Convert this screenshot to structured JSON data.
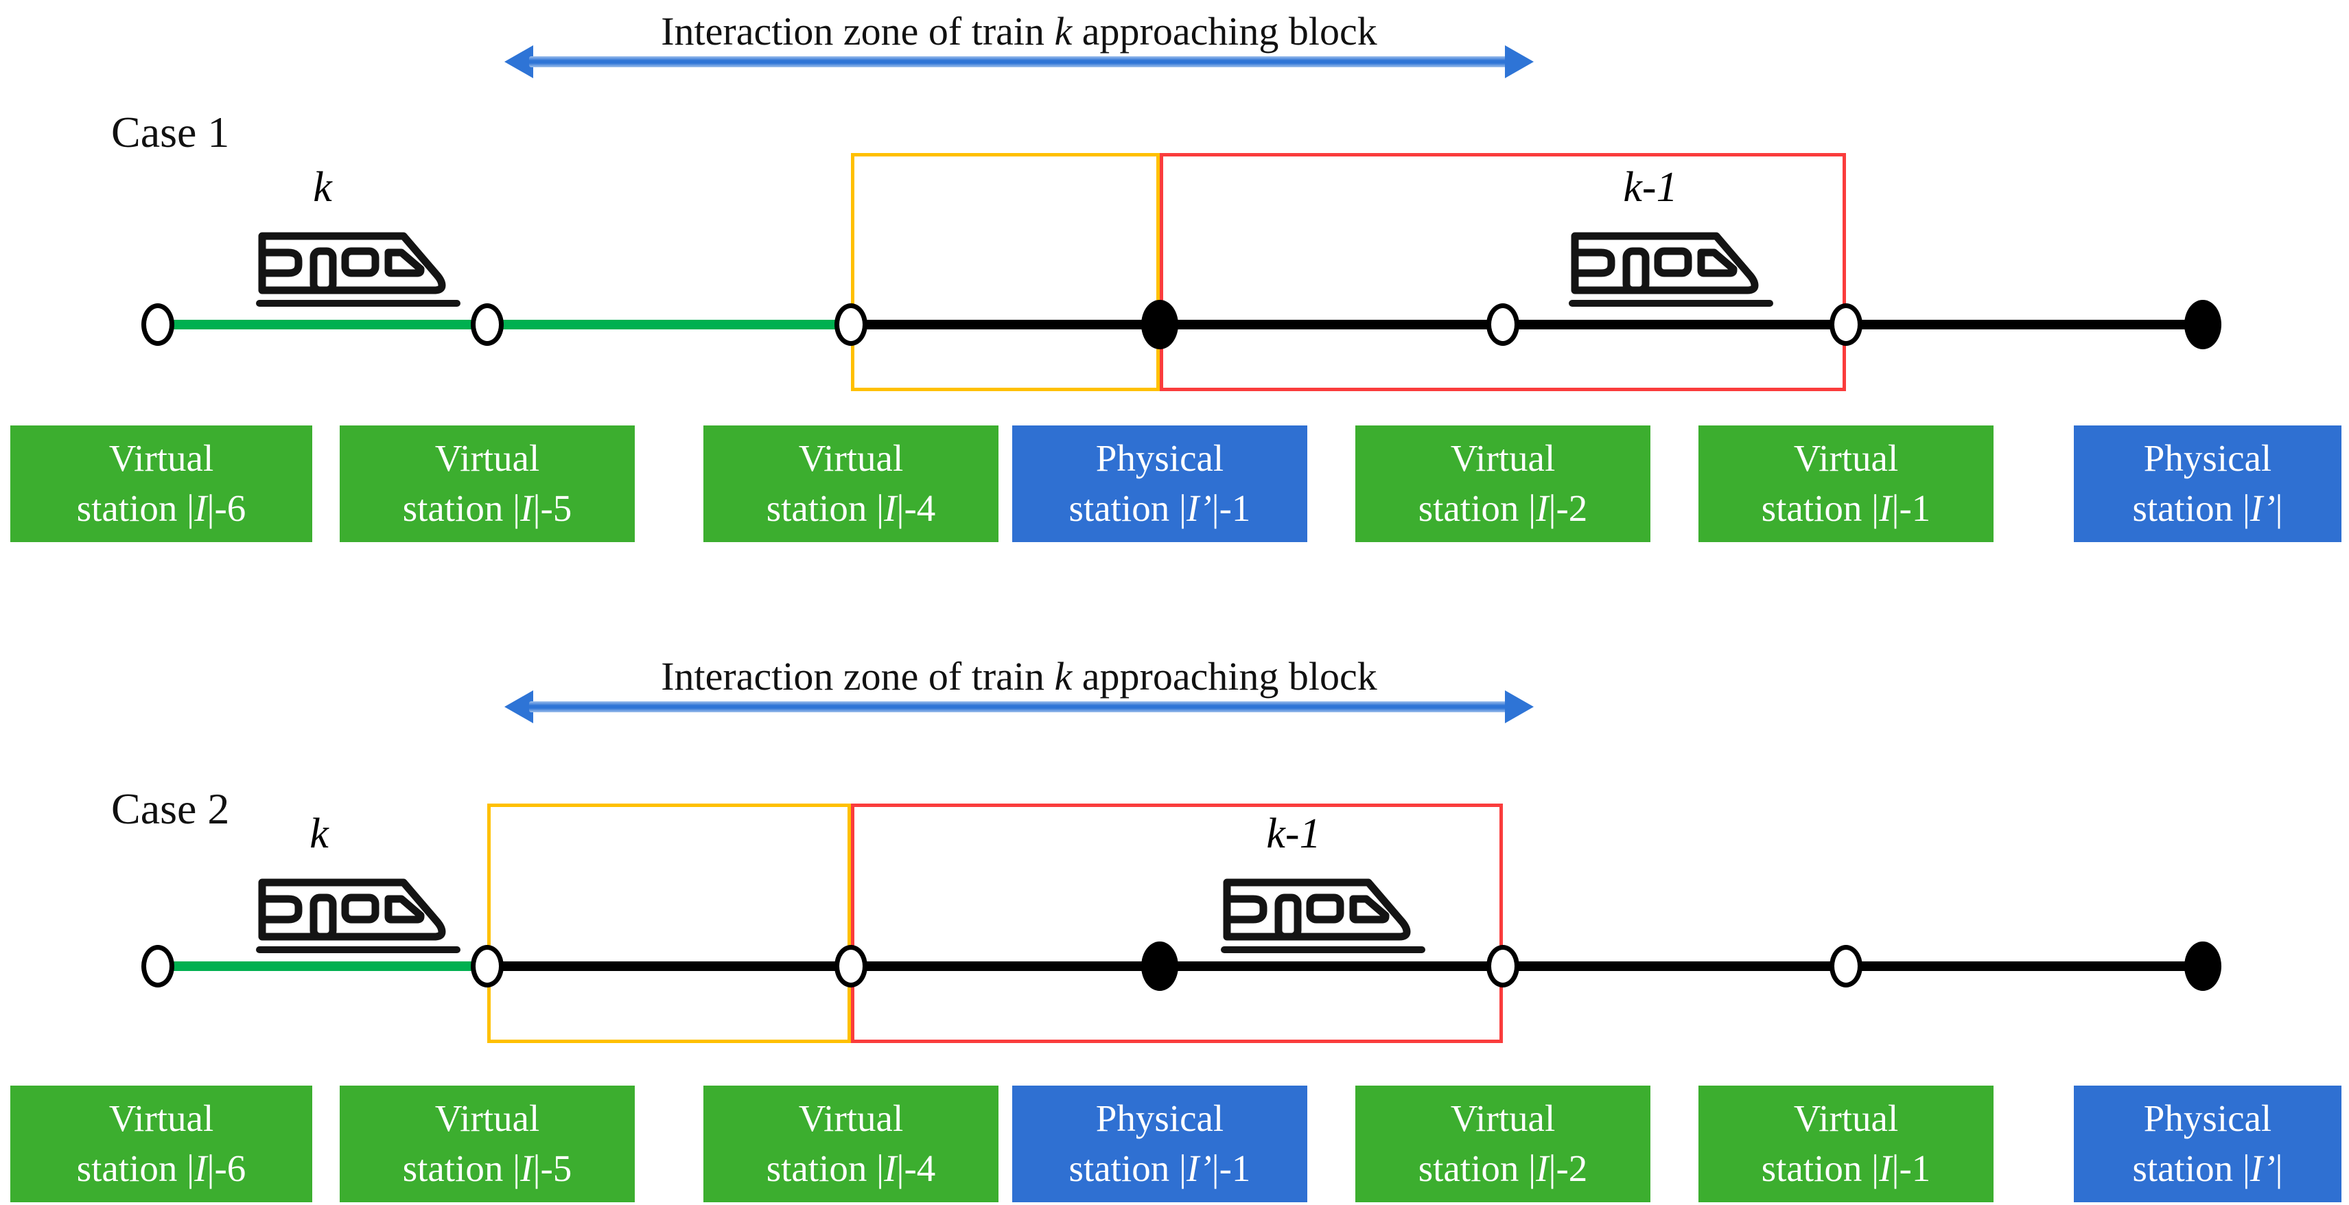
{
  "colors": {
    "virtual_station_green": "#3CAE2F",
    "physical_station_blue": "#2F70D2",
    "traversed_track_green": "#00B050",
    "track_black": "#000000",
    "yellow_zone_border": "#FFC000",
    "red_zone_border": "#FA3C3C",
    "arrow_blue": "#2E74D6"
  },
  "stations": [
    {
      "kind": "virtual",
      "line1": "Virtual",
      "line2_pre": "station |",
      "line2_symbol": "I",
      "line2_post": "|-6"
    },
    {
      "kind": "virtual",
      "line1": "Virtual",
      "line2_pre": "station |",
      "line2_symbol": "I",
      "line2_post": "|-5"
    },
    {
      "kind": "virtual",
      "line1": "Virtual",
      "line2_pre": "station |",
      "line2_symbol": "I",
      "line2_post": "|-4"
    },
    {
      "kind": "physical",
      "line1": "Physical",
      "line2_pre": "station |",
      "line2_symbol": "I’",
      "line2_post": "|-1"
    },
    {
      "kind": "virtual",
      "line1": "Virtual",
      "line2_pre": "station |",
      "line2_symbol": "I",
      "line2_post": "|-2"
    },
    {
      "kind": "virtual",
      "line1": "Virtual",
      "line2_pre": "station |",
      "line2_symbol": "I",
      "line2_post": "|-1"
    },
    {
      "kind": "physical",
      "line1": "Physical",
      "line2_pre": "station |",
      "line2_symbol": "I’",
      "line2_post": "|"
    }
  ],
  "cases": [
    {
      "label": "Case 1",
      "zone_caption": {
        "pre": "Interaction zone of train ",
        "italic": "k",
        "post": " approaching block"
      },
      "train_following_label": "k",
      "train_leading_label": "k-1",
      "nodes": [
        "open",
        "open",
        "open",
        "filled",
        "open",
        "open",
        "filled"
      ],
      "green_traversed_segments": 2,
      "yellow_zone_between_nodes": [
        3,
        4
      ],
      "red_zone_between_nodes": [
        4,
        6
      ]
    },
    {
      "label": "Case 2",
      "zone_caption": {
        "pre": "Interaction zone of train ",
        "italic": "k",
        "post": " approaching block"
      },
      "train_following_label": "k",
      "train_leading_label": "k-1",
      "nodes": [
        "open",
        "open",
        "open",
        "filled",
        "open",
        "open",
        "filled"
      ],
      "green_traversed_segments": 1,
      "yellow_zone_between_nodes": [
        2,
        3
      ],
      "red_zone_between_nodes": [
        3,
        5
      ]
    }
  ]
}
